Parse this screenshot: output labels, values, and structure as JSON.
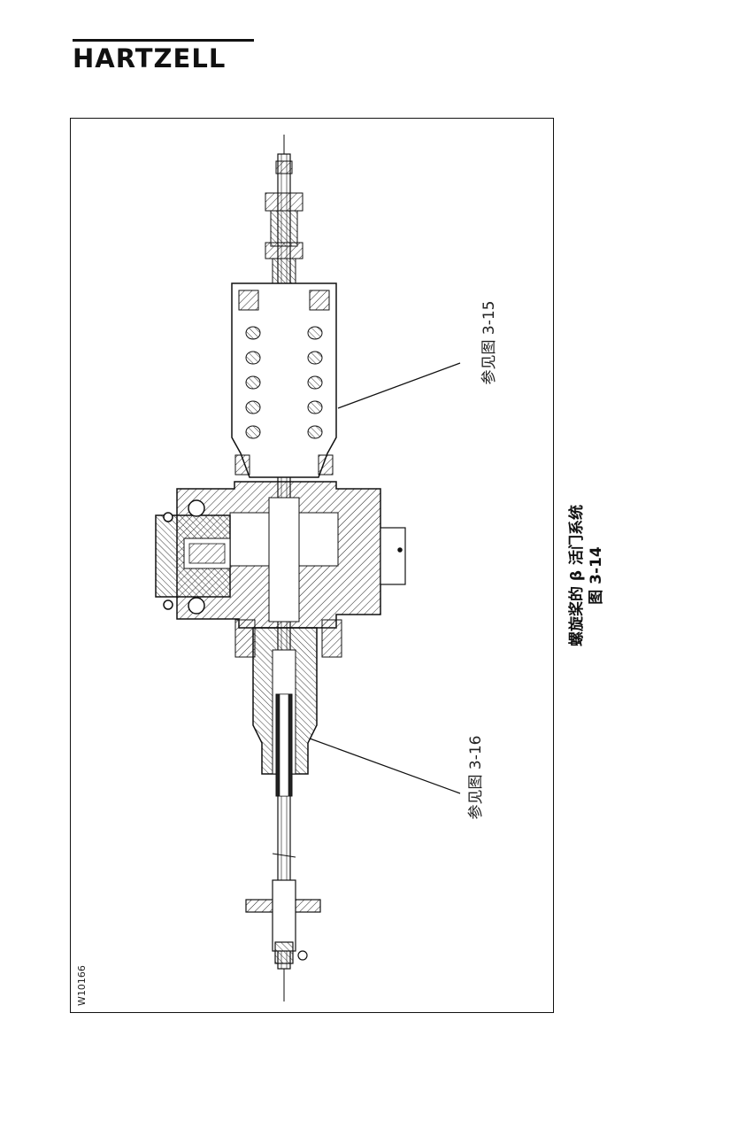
{
  "header": {
    "logo_text": "HARTZELL"
  },
  "figure": {
    "id": "W10166",
    "callout_top": "参见图 3-15",
    "callout_bottom": "参见图 3-16",
    "caption_title": "螺旋桨的 β 活门系统",
    "caption_number": "图 3-14"
  },
  "icons": [
    "hartzell-logo",
    "beta-valve-cross-section"
  ]
}
